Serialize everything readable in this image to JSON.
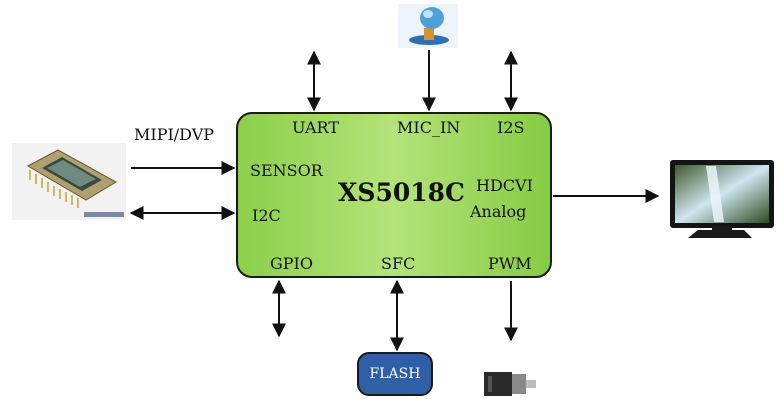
{
  "chip": {
    "name": "XS5018C",
    "ports": {
      "uart": "UART",
      "mic_in": "MIC_IN",
      "i2s": "I2S",
      "sensor": "SENSOR",
      "i2c": "I2C",
      "hdcvi": "HDCVI",
      "analog": "Analog",
      "gpio": "GPIO",
      "sfc": "SFC",
      "pwm": "PWM"
    },
    "colors": {
      "fill_start": "#8ccf4a",
      "fill_mid": "#b4e37a",
      "border": "#1a1a1a"
    }
  },
  "external": {
    "sensor_link_label": "MIPI/DVP",
    "flash_label": "FLASH",
    "flash_color": "#2f5fa6",
    "icons": [
      "image-sensor-icon",
      "microphone-icon",
      "monitor-icon",
      "motor-icon"
    ]
  }
}
